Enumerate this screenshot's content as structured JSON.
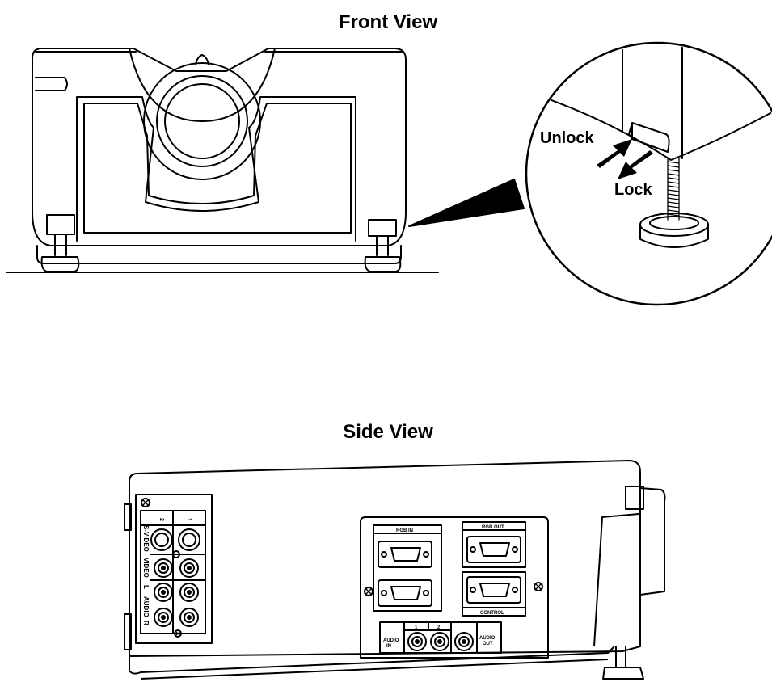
{
  "front_view": {
    "title": "Front View",
    "unlock_label": "Unlock",
    "lock_label": "Lock"
  },
  "side_view": {
    "title": "Side View",
    "left_panel": {
      "col_2": "2",
      "col_1": "1",
      "svideo": "S-VIDEO",
      "video": "VIDEO",
      "audio_l": "L",
      "audio": "AUDIO",
      "audio_r": "R"
    },
    "right_panel": {
      "rgb_in": "RGB IN",
      "rgb_out": "RGB OUT",
      "control": "CONTROL",
      "audio_in_1": "AUDIO",
      "audio_in_2": "IN",
      "in_1": "1",
      "in_2": "2",
      "audio_out_1": "AUDIO",
      "audio_out_2": "OUT"
    }
  }
}
